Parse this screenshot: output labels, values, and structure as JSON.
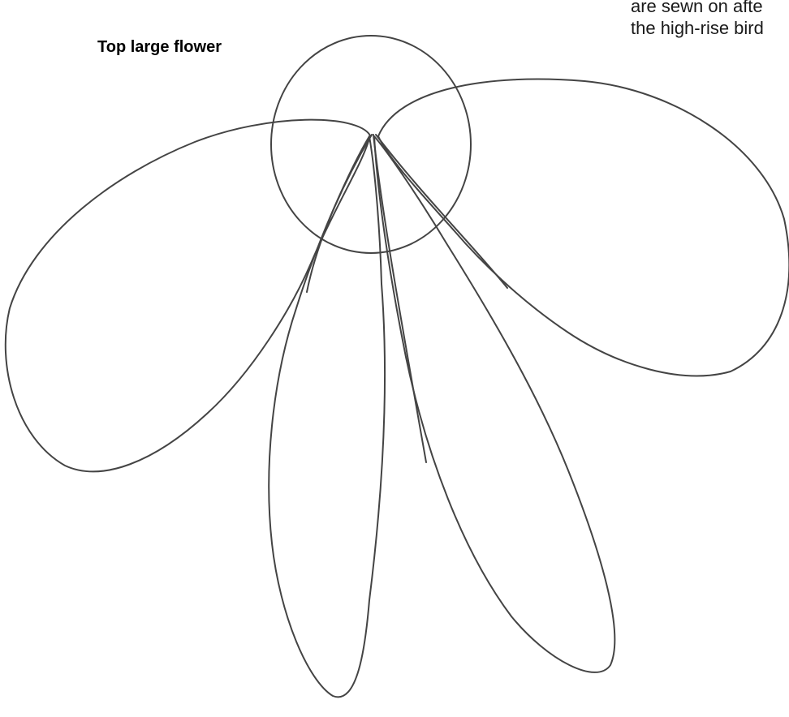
{
  "labels": {
    "top_large_flower": "Top large flower"
  },
  "note_lines": [
    "are sewn on afte",
    "the high-rise bird"
  ],
  "colors": {
    "outline": "#444444",
    "text": "#000000",
    "background": "#ffffff"
  }
}
